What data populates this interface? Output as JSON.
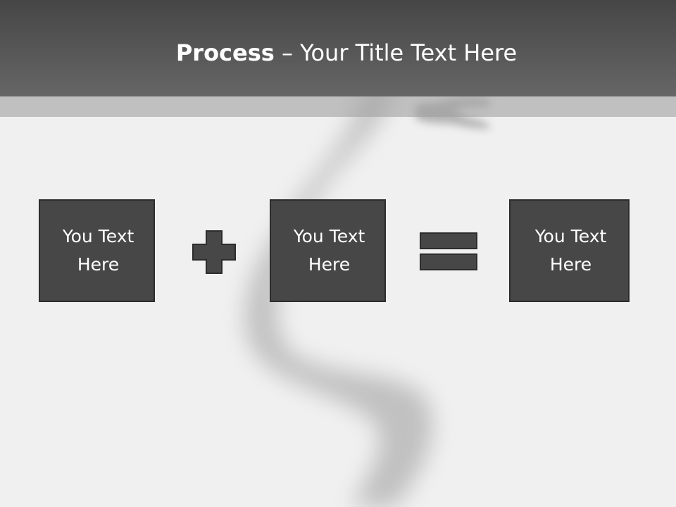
{
  "slide": {
    "title_bold": "Process",
    "title_rest": " – Your Title Text Here"
  },
  "process": {
    "boxes": [
      {
        "label": "You Text Here"
      },
      {
        "label": "You Text Here"
      },
      {
        "label": "You Text Here"
      }
    ],
    "operators": [
      "plus-icon",
      "equals-icon"
    ]
  },
  "colors": {
    "header": "#555555",
    "box_fill": "#474747",
    "box_border": "#2c2c2c",
    "operator_fill": "#474747",
    "background": "#f1f1f1"
  }
}
